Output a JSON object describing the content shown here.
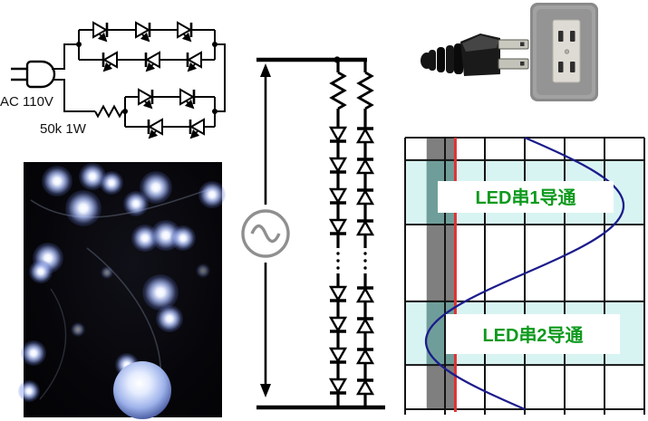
{
  "schematic": {
    "source_label": "AC 110V",
    "resistor_label": "50k 1W"
  },
  "equivalent_circuit": {
    "source_symbol": "ac-sine-source",
    "strings": 2,
    "string1_diode_direction": "down",
    "string2_diode_direction": "up"
  },
  "chart": {
    "band1_label": "LED串1导通",
    "band2_label": "LED串2导通",
    "label_color": "#0d9a1d",
    "curve_color": "#1c1c8c",
    "threshold_line_color": "#e03232",
    "band_fill": "#d8f4f2",
    "band_gray_overlap_fill": "#6f9e9a",
    "axis_band_fill": "#7f7f7f",
    "grid_color": "#141414"
  },
  "chart_data": {
    "type": "line",
    "waveform": "sine",
    "cycles": 1,
    "orientation": "time-vertical",
    "grid_columns": 6,
    "center_frac": 0.5,
    "amplitude_frac": 0.413,
    "threshold_line_frac": 0.21,
    "gray_axis_band_frac": [
      0.09,
      0.205
    ],
    "horizontal_gridline_fracs": [
      0,
      0.083,
      0.32,
      0.603,
      0.837,
      1
    ],
    "annotations": [
      {
        "label": "LED串1导通",
        "t_start_frac": 0.083,
        "t_end_frac": 0.32
      },
      {
        "label": "LED串2导通",
        "t_start_frac": 0.603,
        "t_end_frac": 0.837
      }
    ]
  }
}
